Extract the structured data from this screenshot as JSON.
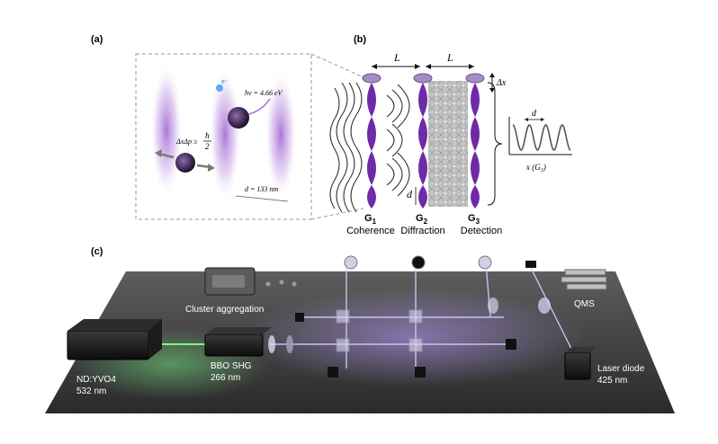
{
  "panel_a": {
    "label": "(a)",
    "photon_energy": "hν = 4.66 eV",
    "photon_symbol": "e⁻",
    "uncertainty_lhs": "ΔxΔp ≥",
    "uncertainty_num": "ħ",
    "uncertainty_den": "2",
    "spacing": "d = 133 nm"
  },
  "panel_b": {
    "label": "(b)",
    "distance_1": "L",
    "distance_2": "L",
    "shift": "Δx",
    "period_symbol": "d",
    "grating_period": "d",
    "grating_1_main": "G",
    "grating_1_sub": "1",
    "grating_2_main": "G",
    "grating_2_sub": "2",
    "grating_3_main": "G",
    "grating_3_sub": "3",
    "role_1": "Coherence",
    "role_2": "Diffraction",
    "role_3": "Detection",
    "plot_xlabel": "x (G₃)"
  },
  "panel_c": {
    "label": "(c)",
    "cluster": "Cluster aggregation",
    "laser_1_name": "ND:YVO4",
    "laser_1_wl": "532 nm",
    "shg_name": "BBO SHG",
    "shg_wl": "266 nm",
    "qms": "QMS",
    "laser_2_name": "Laser diode",
    "laser_2_wl": "425 nm"
  },
  "colors": {
    "violet": "#7b2fb0",
    "violet_light": "#b58ad8",
    "beam": "#c7b8ff",
    "green": "#5fe06a"
  },
  "plot_data": {
    "type": "line",
    "cycles": 3.5
  }
}
